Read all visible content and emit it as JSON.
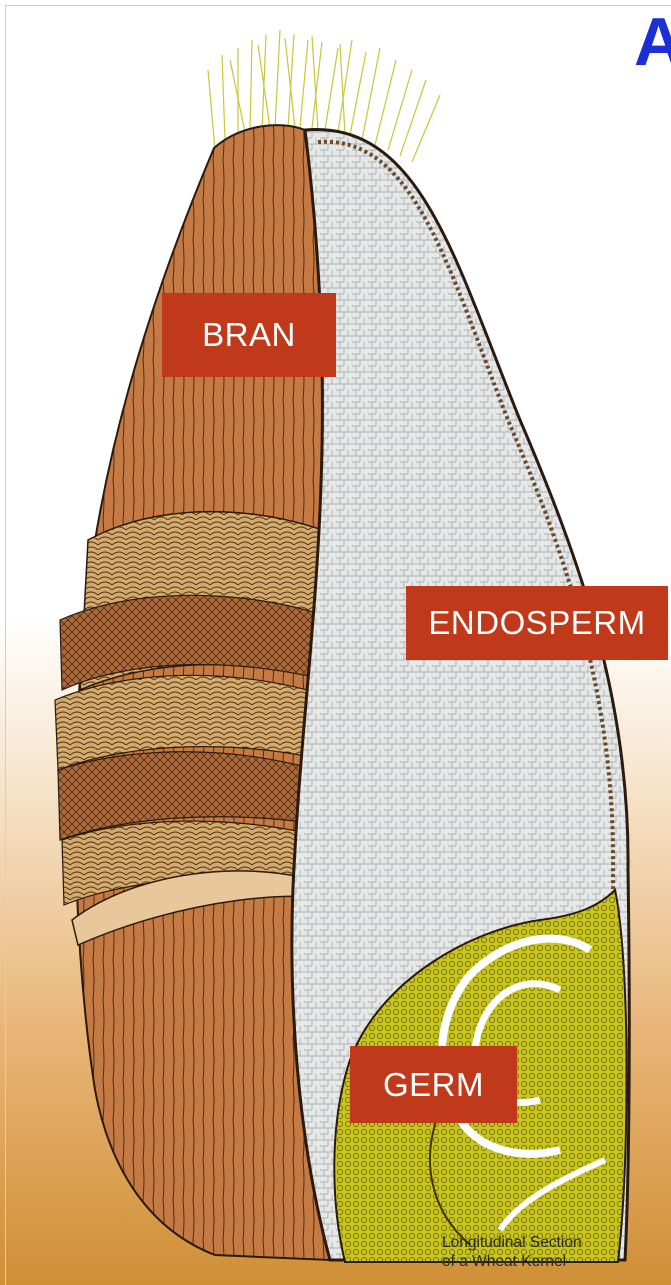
{
  "heading": {
    "text": "A"
  },
  "labels": {
    "bran": "BRAN",
    "endosperm": "ENDOSPERM",
    "germ": "GERM"
  },
  "caption": {
    "line1": "Longitudinal Section",
    "line2": "of a Wheat Kernel"
  },
  "colors": {
    "label_bg": "#c0391b",
    "title": "#1a2fd6",
    "bran": "#c57a44",
    "aleurone": "#d4ab6c",
    "endosperm": "#e4e6e6",
    "germ": "#c9c41c",
    "hairs": "#c8c63a"
  }
}
